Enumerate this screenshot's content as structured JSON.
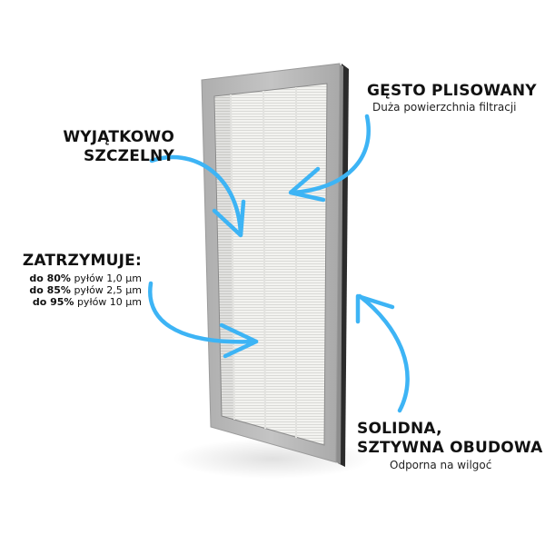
{
  "colors": {
    "arrow": "#3db4f5",
    "frame": "#b9b9b9",
    "frame_edge": "#2b2b2b",
    "media": "#f1f1ee",
    "text": "#111111"
  },
  "image": {
    "subject": "filter-panel",
    "description": "Rectangular pleated HEPA-style filter in a grey frame, shown at an angle"
  },
  "callouts": {
    "dense_pleats": {
      "title": "GĘSTO PLISOWANY",
      "subtitle": "Duża powierzchnia filtracji"
    },
    "sealed": {
      "title_line1": "WYJĄTKOWO",
      "title_line2": "SZCZELNY"
    },
    "retention": {
      "title": "ZATRZYMUJE:",
      "rows": [
        {
          "bold": "do 80%",
          "text": " pyłów 1,0 µm"
        },
        {
          "bold": "do 85%",
          "text": " pyłów 2,5 µm"
        },
        {
          "bold": "do 95%",
          "text": " pyłów 10 µm"
        }
      ]
    },
    "housing": {
      "title_line1": "SOLIDNA,",
      "title_line2": "SZTYWNA OBUDOWA",
      "subtitle": "Odporna na wilgoć"
    }
  },
  "arrows": [
    {
      "name": "arrow-sealed",
      "points_to": "filter-media-left"
    },
    {
      "name": "arrow-dense-pleats",
      "points_to": "filter-media-top"
    },
    {
      "name": "arrow-retention",
      "points_to": "filter-media-bottom"
    },
    {
      "name": "arrow-housing",
      "points_to": "filter-frame-edge"
    }
  ]
}
